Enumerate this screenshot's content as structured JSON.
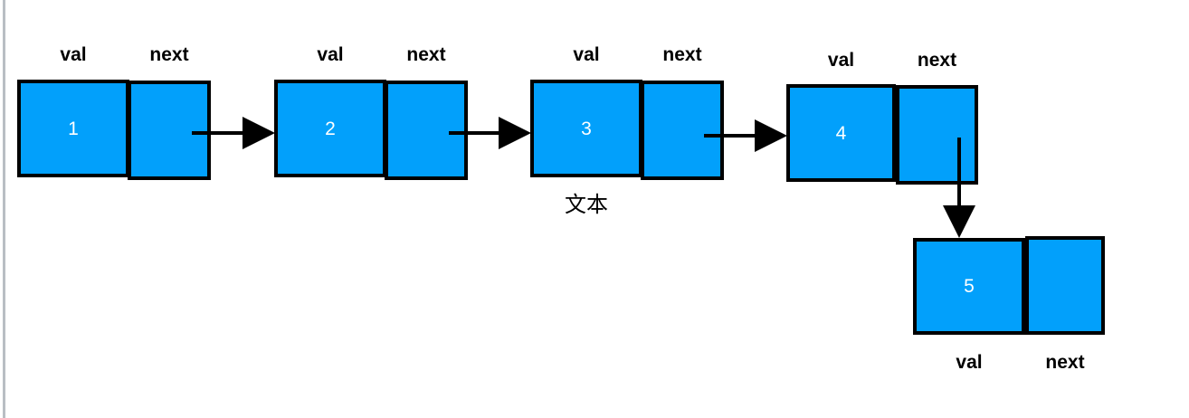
{
  "diagram": {
    "title": "singly-linked-list",
    "colors": {
      "node_fill": "#02a0fb",
      "node_border": "#000000",
      "value_text": "#ffffff",
      "label_text": "#000000",
      "arrow": "#000000",
      "page_edge": "#b9bec4",
      "background": "#ffffff"
    },
    "field_labels": {
      "val": "val",
      "next": "next"
    },
    "nodes": [
      {
        "id": "node-1",
        "value": "1",
        "val_label": "val",
        "next_label": "next",
        "labels_position": "above"
      },
      {
        "id": "node-2",
        "value": "2",
        "val_label": "val",
        "next_label": "next",
        "labels_position": "above"
      },
      {
        "id": "node-3",
        "value": "3",
        "val_label": "val",
        "next_label": "next",
        "labels_position": "above",
        "annotation": "文本"
      },
      {
        "id": "node-4",
        "value": "4",
        "val_label": "val",
        "next_label": "next",
        "labels_position": "above"
      },
      {
        "id": "node-5",
        "value": "5",
        "val_label": "val",
        "next_label": "next",
        "labels_position": "below"
      }
    ],
    "annotation": "文本",
    "links": [
      {
        "from": "node-1",
        "to": "node-2",
        "direction": "right"
      },
      {
        "from": "node-2",
        "to": "node-3",
        "direction": "right"
      },
      {
        "from": "node-3",
        "to": "node-4",
        "direction": "right"
      },
      {
        "from": "node-4",
        "to": "node-5",
        "direction": "down"
      }
    ]
  }
}
